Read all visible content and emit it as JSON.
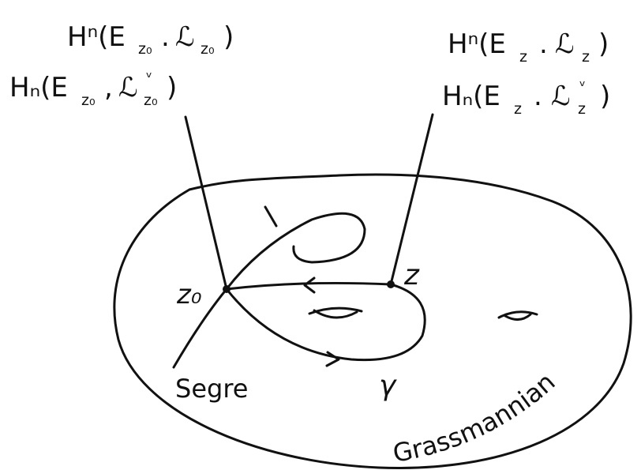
{
  "labels": {
    "left_top": "Hⁿ(E",
    "left_top_sub": "z₀",
    "left_top_mid": ".",
    "left_top_script": "ℒ",
    "left_top_script_sub": "z₀",
    "left_top_close": ")",
    "left_bottom": "Hₙ(E",
    "left_bottom_sub": "z₀",
    "left_bottom_mid": ",",
    "left_bottom_script": "ℒ",
    "left_bottom_script_sup": "ᵛ",
    "left_bottom_script_sub": "z₀",
    "left_bottom_close": ")",
    "right_top": "Hⁿ(E",
    "right_top_sub": "z",
    "right_top_mid": ".",
    "right_top_script": "ℒ",
    "right_top_script_sub": "z",
    "right_top_close": ")",
    "right_bottom": "Hₙ(E",
    "right_bottom_sub": "z",
    "right_bottom_mid": ".",
    "right_bottom_script": "ℒ",
    "right_bottom_script_sup": "ᵛ",
    "right_bottom_script_sub": "z",
    "right_bottom_close": ")",
    "point_z0": "z₀",
    "point_z": "z",
    "gamma": "γ",
    "segre": "Segre",
    "grassmannian": "Grassmannian"
  },
  "colors": {
    "ink": "#111111",
    "paper": "#ffffff"
  }
}
